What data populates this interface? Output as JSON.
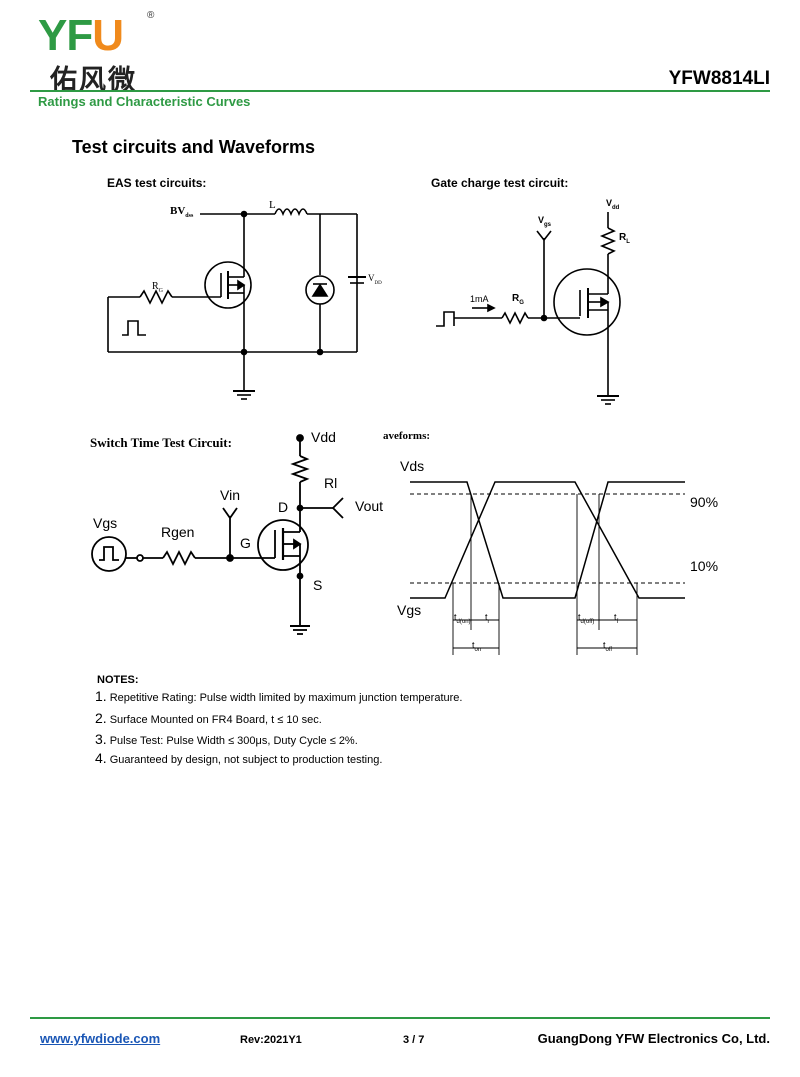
{
  "header": {
    "logo_letters": [
      "Y",
      "F",
      "U"
    ],
    "logo_reg": "®",
    "logo_cn": "佑风微",
    "part_number": "YFW8814LI",
    "subtitle": "Ratings and Characteristic Curves",
    "brand_green": "#2e9a44",
    "brand_orange": "#f08a1c"
  },
  "section_title": "Test circuits and Waveforms",
  "eas": {
    "title": "EAS test circuits:",
    "bv": "BV",
    "bv_sub": "dss",
    "l": "L",
    "rg": "R",
    "rg_sub": "G",
    "vdd": "V",
    "vdd_sub": "DD"
  },
  "gate": {
    "title": "Gate charge test circuit:",
    "vgs": "V",
    "vgs_sub": "gs",
    "vdd": "V",
    "vdd_sub": "dd",
    "rl": "R",
    "rl_sub": "L",
    "current": "1mA",
    "rg": "R",
    "rg_sub": "G"
  },
  "switch": {
    "title": "Switch Time Test Circuit:",
    "vdd": "Vdd",
    "rl": "Rl",
    "vout": "Vout",
    "vin": "Vin",
    "d": "D",
    "g": "G",
    "s": "S",
    "vgs": "Vgs",
    "rgen": "Rgen"
  },
  "waveforms": {
    "title": "aveforms:",
    "vds": "Vds",
    "vgs": "Vgs",
    "p90": "90%",
    "p10": "10%",
    "td_on": "t",
    "td_on_sub": "d(on)",
    "tr": "t",
    "tr_sub": "r",
    "ton": "t",
    "ton_sub": "on",
    "td_off": "t",
    "td_off_sub": "d(off)",
    "tf": "t",
    "tf_sub": "f",
    "toff": "t",
    "toff_sub": "off"
  },
  "notes": {
    "title": "NOTES:",
    "items": [
      {
        "num": "1.",
        "text": "Repetitive Rating: Pulse width limited by maximum junction temperature."
      },
      {
        "num": "2.",
        "text": "Surface Mounted on FR4 Board, t ≤ 10 sec."
      },
      {
        "num": "3.",
        "text": "Pulse Test: Pulse Width ≤ 300μs, Duty Cycle ≤ 2%."
      },
      {
        "num": "4.",
        "text": "Guaranteed by design, not subject to production testing."
      }
    ]
  },
  "footer": {
    "url": "www.yfwdiode.com",
    "rev": "Rev:2021Y1",
    "page": "3 / 7",
    "company": "GuangDong YFW Electronics Co, Ltd."
  }
}
